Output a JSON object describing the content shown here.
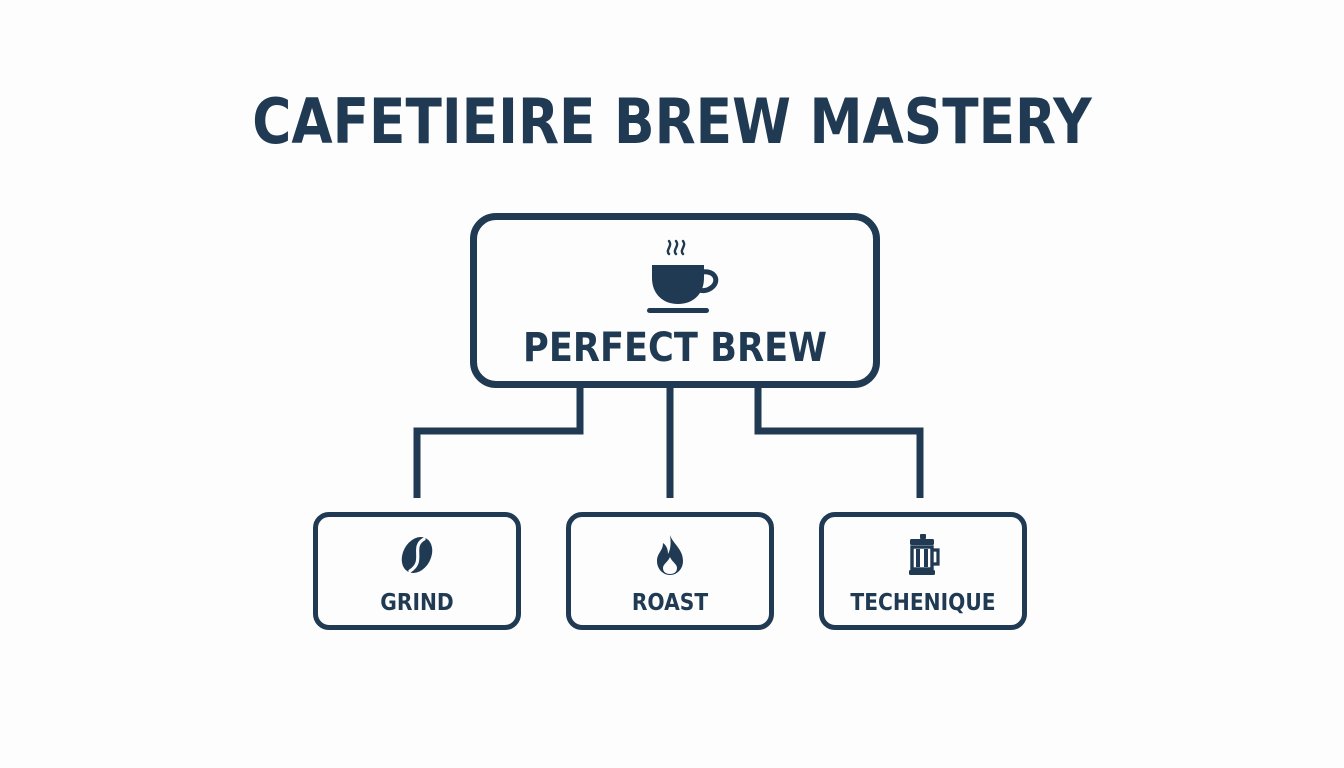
{
  "title": "CAFETIEIRE BREW MASTERY",
  "colors": {
    "primary": "#1f3a52",
    "background": "#fdfdfd"
  },
  "root": {
    "label": "PERFECT BREW",
    "icon": "steaming-coffee-cup-icon"
  },
  "children": [
    {
      "label": "GRIND",
      "icon": "coffee-bean-icon"
    },
    {
      "label": "ROAST",
      "icon": "flame-icon"
    },
    {
      "label": "TECHENIQUE",
      "icon": "french-press-icon"
    }
  ]
}
